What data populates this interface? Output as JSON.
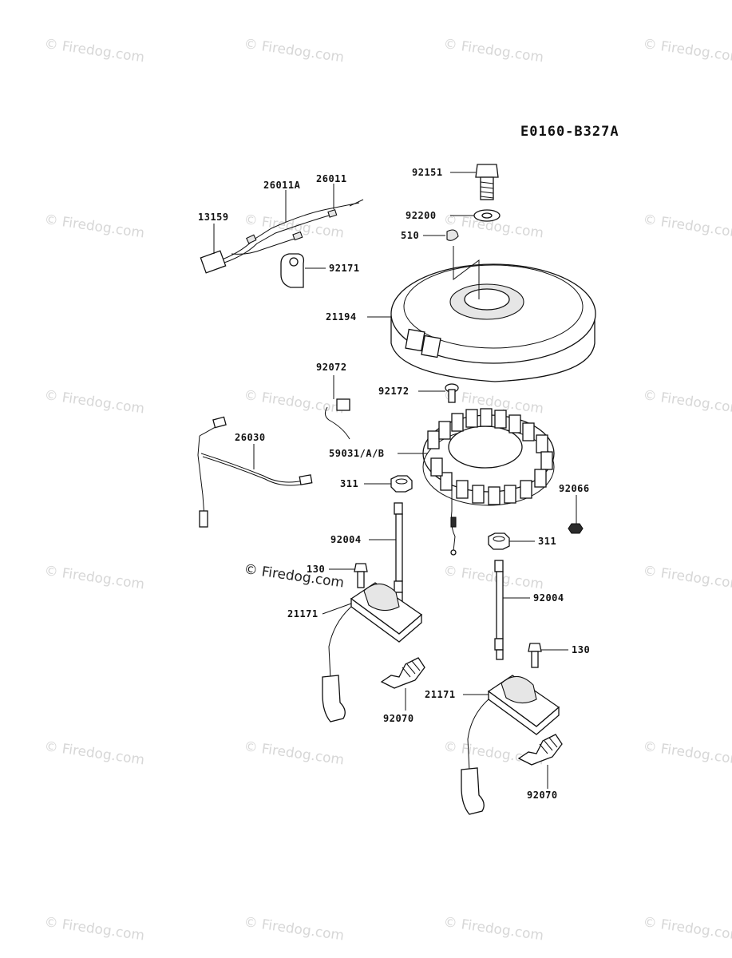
{
  "diagram_code": "E0160-B327A",
  "watermark": "© Firedog.com",
  "part_labels": {
    "p92151": "92151",
    "p26011A": "26011A",
    "p26011": "26011",
    "p92200": "92200",
    "p13159": "13159",
    "p510": "510",
    "p92171": "92171",
    "p21194": "21194",
    "p92072": "92072",
    "p92172": "92172",
    "p26030": "26030",
    "p59031": "59031/A/B",
    "p311a": "311",
    "p92066": "92066",
    "p92004a": "92004",
    "p311b": "311",
    "p130a": "130",
    "p92004b": "92004",
    "p21171a": "21171",
    "p130b": "130",
    "p92070a": "92070",
    "p21171b": "21171",
    "p92070b": "92070"
  }
}
